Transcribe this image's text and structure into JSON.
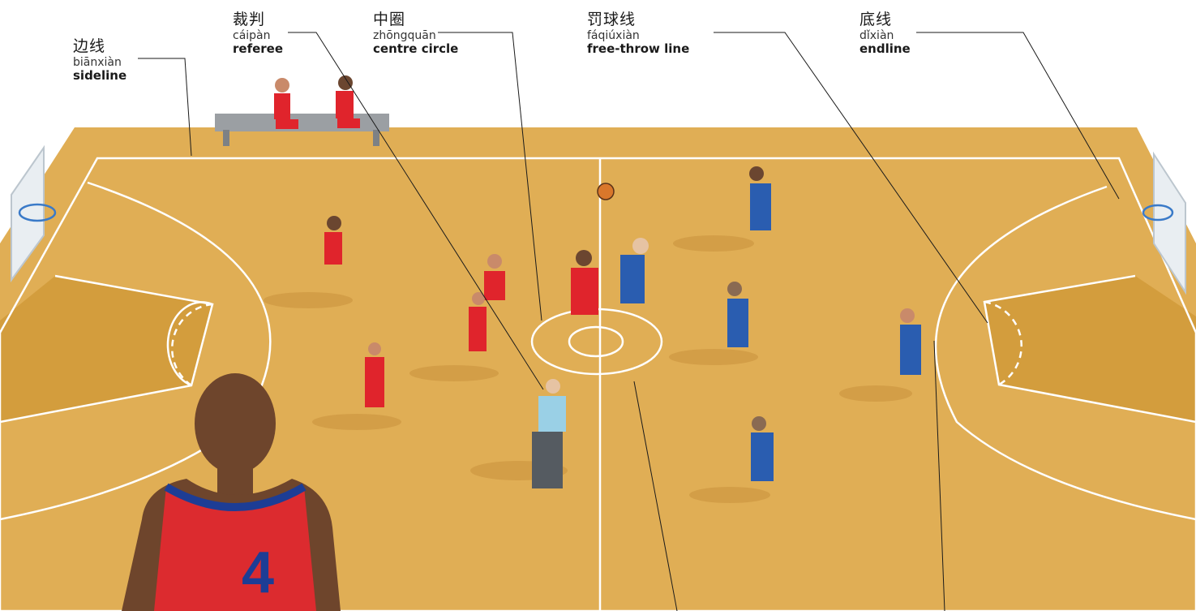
{
  "labels": {
    "sideline": {
      "zh": "边线",
      "pinyin": "biānxiàn",
      "english": "sideline"
    },
    "referee": {
      "zh": "裁判",
      "pinyin": "cáipàn",
      "english": "referee"
    },
    "centre_circle": {
      "zh": "中圈",
      "pinyin": "zhōngquān",
      "english": "centre circle"
    },
    "free_throw": {
      "zh": "罚球线",
      "pinyin": "fáqiúxiàn",
      "english": "free-throw line"
    },
    "endline": {
      "zh": "底线",
      "pinyin": "dǐxiàn",
      "english": "endline"
    }
  },
  "player_number": "4",
  "colors": {
    "court": "#e0ae55",
    "court_dark": "#d29a3c",
    "line": "#ffffff",
    "red_team": "#e0242c",
    "blue_team": "#2a5db0",
    "skin": "#8a5a3c"
  }
}
